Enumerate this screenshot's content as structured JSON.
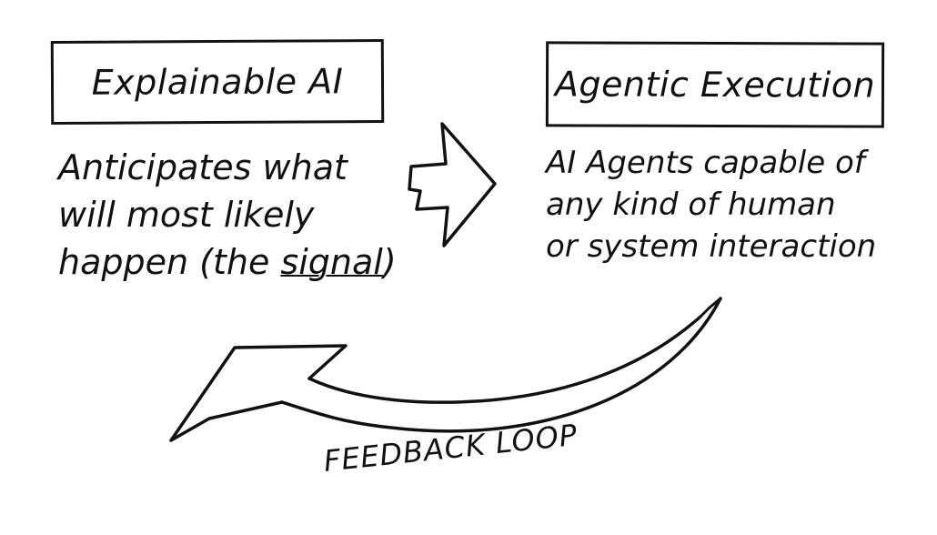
{
  "left_box": {
    "title": "Explainable AI"
  },
  "left_text": {
    "line1": "Anticipates what",
    "line2": "will most likely",
    "line3_prefix": "happen (the ",
    "line3_underlined": "signal",
    "line3_suffix": ")"
  },
  "right_box": {
    "title": "Agentic Execution"
  },
  "right_text": {
    "line1": "AI Agents capable of",
    "line2": "any kind of human",
    "line3": "or system interaction"
  },
  "loop_label": "FEEDBACK LOOP",
  "icons": {
    "right_arrow": "right-arrow-icon",
    "loop_arrow": "curved-arrow-icon"
  },
  "colors": {
    "ink": "#111111",
    "background": "#ffffff"
  }
}
